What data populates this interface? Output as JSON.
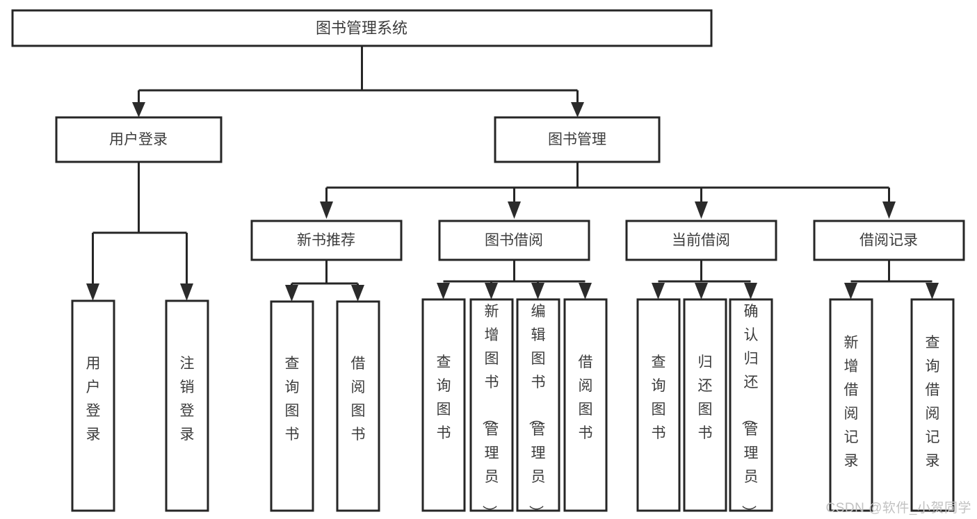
{
  "diagram": {
    "type": "tree",
    "title": "图书管理系统",
    "watermark": "CSDN @软件_小贺同学",
    "colors": {
      "box_stroke": "#262626",
      "box_fill": "#ffffff",
      "text": "#3c3c3c",
      "connector": "#262626",
      "watermark": "#c2c2c2",
      "background": "#ffffff"
    },
    "root": {
      "label": "图书管理系统",
      "orientation": "horizontal"
    },
    "level2": [
      {
        "label": "用户登录",
        "orientation": "horizontal"
      },
      {
        "label": "图书管理",
        "orientation": "horizontal"
      }
    ],
    "level3": [
      {
        "label": "新书推荐",
        "orientation": "horizontal"
      },
      {
        "label": "图书借阅",
        "orientation": "horizontal"
      },
      {
        "label": "当前借阅",
        "orientation": "horizontal"
      },
      {
        "label": "借阅记录",
        "orientation": "horizontal"
      }
    ],
    "leaves": {
      "user_login": [
        {
          "label": "用户登录",
          "orientation": "vertical"
        },
        {
          "label": "注销登录",
          "orientation": "vertical"
        }
      ],
      "new_book_recommend": [
        {
          "label": "查询图书",
          "orientation": "vertical"
        },
        {
          "label": "借阅图书",
          "orientation": "vertical"
        }
      ],
      "book_borrow": [
        {
          "label": "查询图书",
          "orientation": "vertical"
        },
        {
          "label": "新增图书（管理员）",
          "orientation": "vertical"
        },
        {
          "label": "编辑图书（管理员）",
          "orientation": "vertical"
        },
        {
          "label": "借阅图书",
          "orientation": "vertical"
        }
      ],
      "current_borrow": [
        {
          "label": "查询图书",
          "orientation": "vertical"
        },
        {
          "label": "归还图书",
          "orientation": "vertical"
        },
        {
          "label": "确认归还（管理员）",
          "orientation": "vertical"
        }
      ],
      "borrow_record": [
        {
          "label": "新增借阅记录",
          "orientation": "vertical"
        },
        {
          "label": "查询借阅记录",
          "orientation": "vertical"
        }
      ]
    }
  }
}
